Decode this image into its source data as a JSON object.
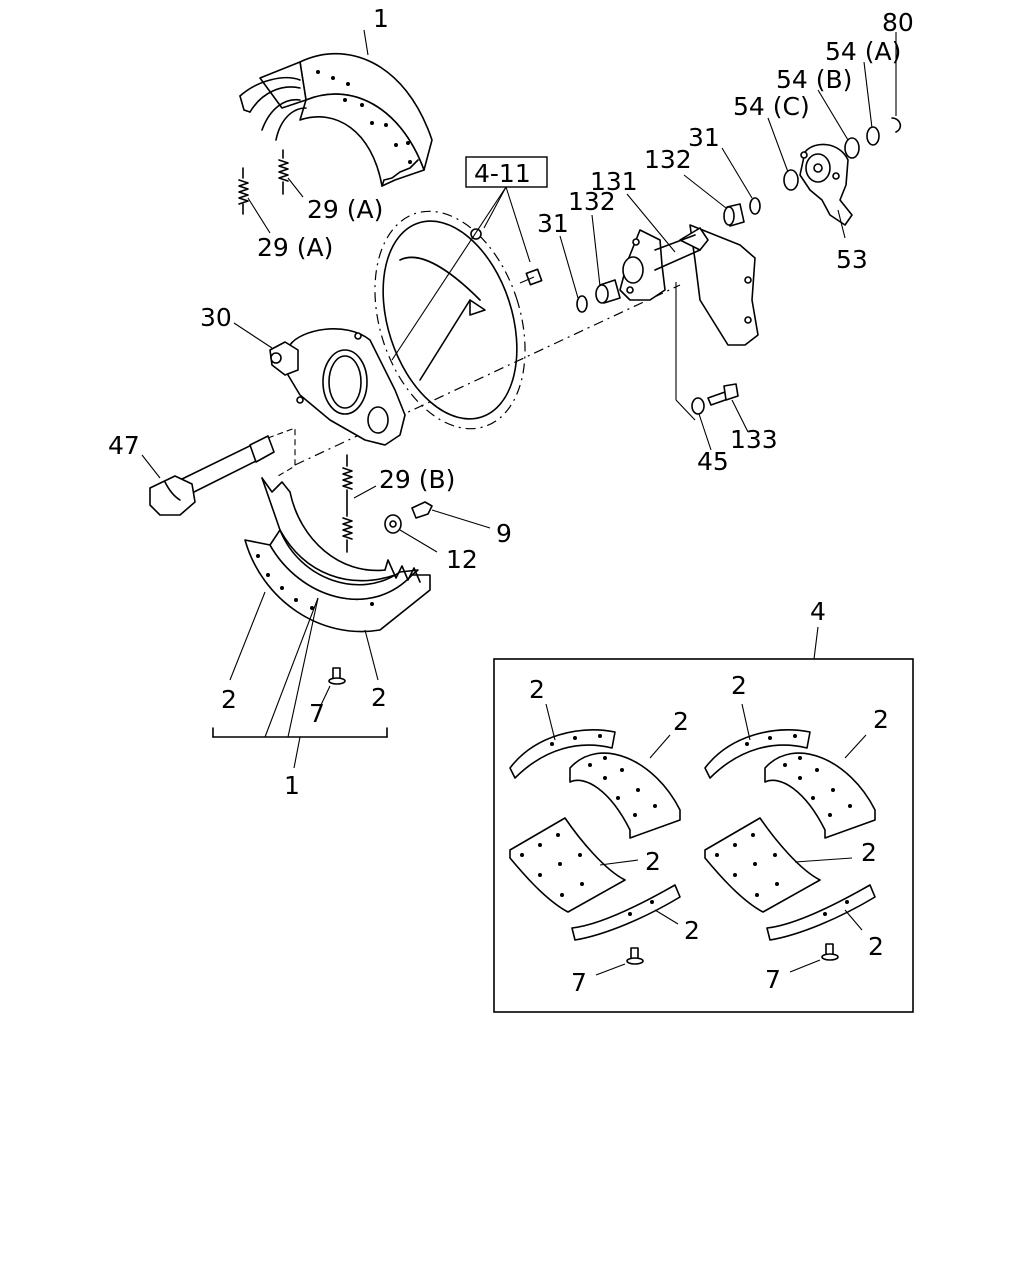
{
  "labels": {
    "l_1_top": "1",
    "l_80": "80",
    "l_54a": "54 (A)",
    "l_54b": "54 (B)",
    "l_54c": "54 (C)",
    "l_29a_1": "29 (A)",
    "l_29a_2": "29 (A)",
    "l_4_11": "4-11",
    "l_31_a": "31",
    "l_132_a": "132",
    "l_132_b": "132",
    "l_31_b": "31",
    "l_131": "131",
    "l_53": "53",
    "l_30": "30",
    "l_47": "47",
    "l_29b": "29 (B)",
    "l_9": "9",
    "l_12": "12",
    "l_45": "45",
    "l_133": "133",
    "l_2_left": "2",
    "l_7_left": "7",
    "l_2_left2": "2",
    "l_1_bottom": "1",
    "l_4": "4",
    "inset_2_a": "2",
    "inset_2_b": "2",
    "inset_2_c": "2",
    "inset_2_d": "2",
    "inset_2_e": "2",
    "inset_2_f": "2",
    "inset_2_g": "2",
    "inset_2_h": "2",
    "inset_7_a": "7",
    "inset_7_b": "7"
  }
}
